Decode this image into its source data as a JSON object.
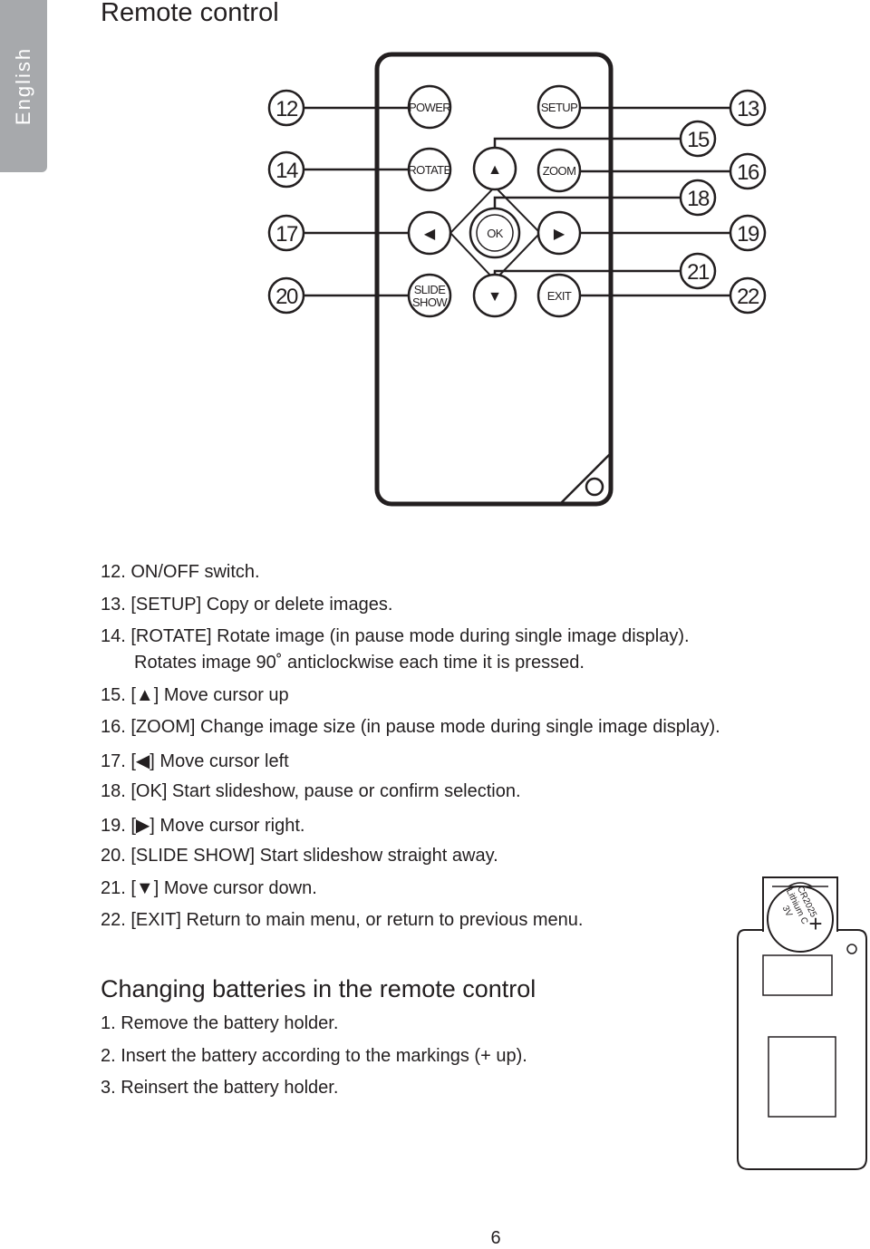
{
  "sidebar": {
    "language": "English"
  },
  "page": {
    "title": "Remote control",
    "number": "6"
  },
  "remote": {
    "buttons": {
      "power": "POWER",
      "setup": "SETUP",
      "rotate": "ROTATE",
      "zoom": "ZOOM",
      "ok": "OK",
      "slideshow_line1": "SLIDE",
      "slideshow_line2": "SHOW",
      "exit": "EXIT",
      "up": "▲",
      "down": "▼",
      "left": "◀",
      "right": "▶"
    },
    "callouts": [
      "12",
      "13",
      "14",
      "15",
      "16",
      "17",
      "18",
      "19",
      "20",
      "21",
      "22"
    ]
  },
  "functions": [
    "12. ON/OFF switch.",
    "13. [SETUP] Copy or delete images.",
    "14. [ROTATE] Rotate image (in pause mode during single image display).",
    "Rotates image 90˚ anticlockwise each time it is pressed.",
    "15. [▲] Move cursor up",
    "16. [ZOOM] Change image size (in pause mode during single image display).",
    "17. [◀] Move cursor left",
    "18. [OK] Start slideshow, pause or confirm selection.",
    "19. [▶] Move cursor right.",
    "20. [SLIDE SHOW] Start slideshow straight away.",
    "21. [▼] Move cursor down.",
    "22. [EXIT] Return to main menu, or return to previous menu."
  ],
  "batteries": {
    "heading": "Changing batteries in the remote control",
    "steps": [
      "1. Remove the battery holder.",
      "2. Insert the battery according to the markings (+ up).",
      "3. Reinsert the battery holder."
    ],
    "cell": {
      "model": "CR2025",
      "type": "Lithium C",
      "voltage": "3V",
      "polarity": "+"
    }
  }
}
